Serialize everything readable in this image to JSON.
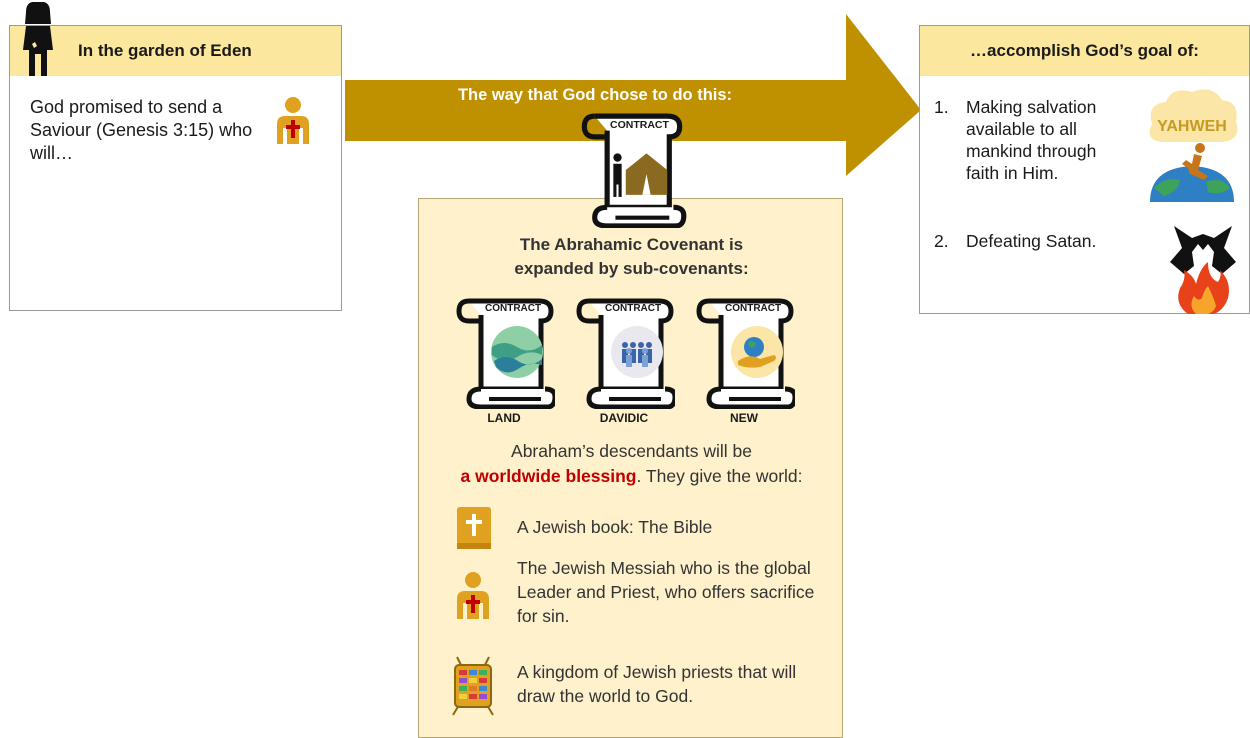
{
  "left_box": {
    "title": "In the garden of Eden",
    "text": "God promised to send a Saviour (Genesis 3:15) who will…",
    "icons": [
      "woman-icon",
      "messiah-icon"
    ]
  },
  "arrow": {
    "label": "The way that God chose to do this:",
    "color": "#bf9000"
  },
  "center": {
    "scroll_text": "CONTRACT",
    "title_line1": "The Abrahamic Covenant is",
    "title_line2": "expanded by sub-covenants:",
    "sub_covenants": [
      {
        "label": "LAND",
        "scroll_text": "CONTRACT",
        "icon": "land-waves-icon"
      },
      {
        "label": "DAVIDIC",
        "scroll_text": "CONTRACT",
        "icon": "people-icon"
      },
      {
        "label": "NEW",
        "scroll_text": "CONTRACT",
        "icon": "earth-hand-icon"
      }
    ],
    "blessing_pre": "Abraham’s descendants will be",
    "blessing_highlight": "a worldwide blessing",
    "blessing_post": ". They give the world:",
    "items": [
      {
        "text": "A Jewish book: The Bible",
        "icon": "bible-icon"
      },
      {
        "text": "The Jewish Messiah who is the global Leader and Priest, who offers sacrifice for sin.",
        "icon": "messiah-icon"
      },
      {
        "text": "A kingdom of Jewish priests that will draw the world to God.",
        "icon": "breastplate-icon"
      }
    ],
    "highlight_color": "#c00000"
  },
  "right_box": {
    "title": "…accomplish God’s goal of:",
    "goals": [
      {
        "num": "1.",
        "text": "Making salvation available to all mankind through faith in Him.",
        "icon": "yahweh-earth-icon"
      },
      {
        "num": "2.",
        "text": "Defeating Satan.",
        "icon": "satan-fire-icon"
      }
    ],
    "yahweh_label": "YAHWEH"
  },
  "colors": {
    "gold": "#bf9000",
    "header_fill": "#fce79e",
    "panel_fill": "#fef1cc"
  }
}
